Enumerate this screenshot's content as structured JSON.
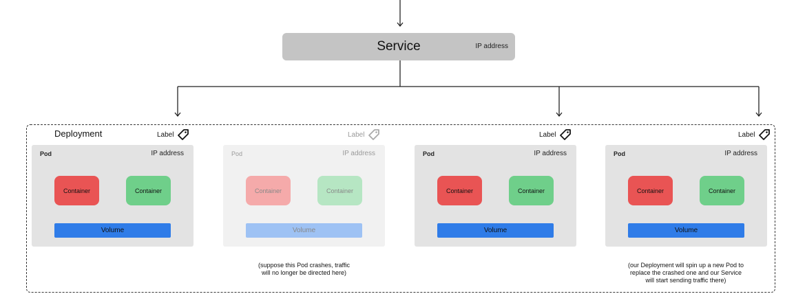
{
  "service": {
    "title": "Service",
    "ip_label": "IP address"
  },
  "deployment": {
    "title": "Deployment"
  },
  "label_text": "Label",
  "pods": [
    {
      "title": "Pod",
      "ip_label": "IP address",
      "container_left": "Container",
      "container_right": "Container",
      "volume": "Volume"
    },
    {
      "title": "Pod",
      "ip_label": "IP address",
      "container_left": "Container",
      "container_right": "Container",
      "volume": "Volume"
    },
    {
      "title": "Pod",
      "ip_label": "IP address",
      "container_left": "Container",
      "container_right": "Container",
      "volume": "Volume"
    },
    {
      "title": "Pod",
      "ip_label": "IP address",
      "container_left": "Container",
      "container_right": "Container",
      "volume": "Volume"
    }
  ],
  "notes": {
    "crash": [
      "(suppose this Pod crashes, traffic",
      "will no longer be directed here)"
    ],
    "replace": [
      "(our Deployment will spin up a new Pod to",
      "replace the crashed one and our Service",
      "will start sending traffic there)"
    ]
  },
  "colors": {
    "service_bg": "#c4c4c4",
    "pod_bg": "#e3e3e3",
    "container_red": "#e95454",
    "container_green": "#6fcf8a",
    "volume_blue": "#2f7ce8"
  },
  "icons": [
    "tag-icon",
    "arrow-down-icon"
  ]
}
